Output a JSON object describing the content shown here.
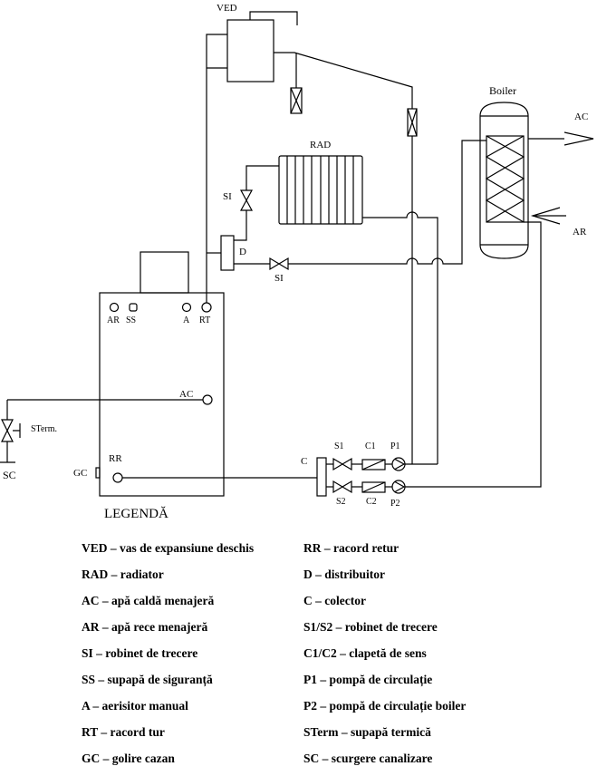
{
  "diagram": {
    "labels": {
      "ved": "VED",
      "rad": "RAD",
      "boiler": "Boiler",
      "boiler_ac": "AC",
      "boiler_ar": "AR",
      "si_radiator": "SI",
      "distributor": "D",
      "si_coil": "SI",
      "panel_ar": "AR",
      "panel_ss": "SS",
      "panel_a": "A",
      "panel_rt": "RT",
      "panel_ac": "AC",
      "sterm": "STerm.",
      "sc": "SC",
      "gc": "GC",
      "rr": "RR",
      "collector": "C",
      "s1": "S1",
      "c1": "C1",
      "p1": "P1",
      "s2": "S2",
      "c2": "C2",
      "p2": "P2"
    }
  },
  "legend": {
    "title": "LEGENDĂ",
    "left": [
      "VED – vas de expansiune deschis",
      "RAD – radiator",
      "AC – apă caldă menajeră",
      "AR – apă rece menajeră",
      "SI – robinet de trecere",
      "SS – supapă de siguranță",
      "A – aerisitor manual",
      "RT – racord tur",
      "GC – golire cazan"
    ],
    "right": [
      "RR – racord retur",
      "D – distribuitor",
      "C – colector",
      "S1/S2 – robinet de trecere",
      "C1/C2 – clapetă de sens",
      "P1 – pompă de circulație",
      "P2 – pompă de circulație boiler",
      "STerm – supapă termică",
      "SC – scurgere canalizare"
    ]
  }
}
